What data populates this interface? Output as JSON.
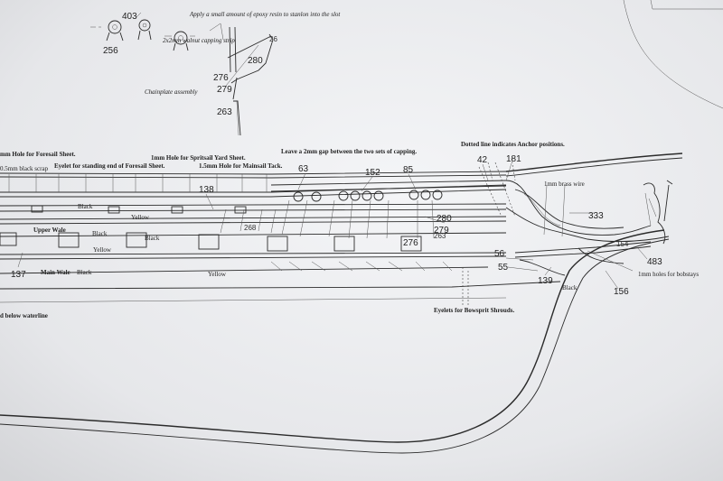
{
  "detail": {
    "n403": "403",
    "n256": "256",
    "epoxy_note": "Apply a small amount of epoxy resin to stanlon into the slot",
    "capping_strip": "2x2mm walnut capping strip",
    "chainplate": "Chainplate assembly",
    "n280": "280",
    "n26": "26",
    "n276": "276",
    "n279": "279",
    "n263": "263"
  },
  "notes": {
    "foresail_sheet": "mm Hole for Foresail Sheet.",
    "eyelet_foresail": "Eyelet for standing end of Foresail Sheet.",
    "black_scrap": "0.5mm black scrap",
    "spritsail_sheet": "1mm Hole for Spritsail Yard Sheet.",
    "mainsail_tack": "1.5mm Hole for Mainsail Tack.",
    "capping_gap": "Leave a 2mm gap between the two sets of capping.",
    "anchor": "Dotted line indicates Anchor positions.",
    "brass_wire": "1mm brass wire",
    "bobstays": "1mm holes for bobstays",
    "bowsprit_shrouds": "Eyelets for Bowsprit Shrouds.",
    "waterline": "d below waterline",
    "upper_wale": "Upper Wale",
    "main_wale": "Main Wale",
    "black": "Black",
    "yellow": "Yellow"
  },
  "parts": {
    "n63": "63",
    "n152": "152",
    "n85": "85",
    "n42": "42",
    "n181": "181",
    "n138": "138",
    "n268": "268",
    "n280": "280",
    "n279": "279",
    "n276": "276",
    "n263": "263",
    "n333": "333",
    "n56": "56",
    "n55": "55",
    "n139": "139",
    "n154": "154",
    "n156": "156",
    "n483": "483",
    "n137": "137"
  }
}
